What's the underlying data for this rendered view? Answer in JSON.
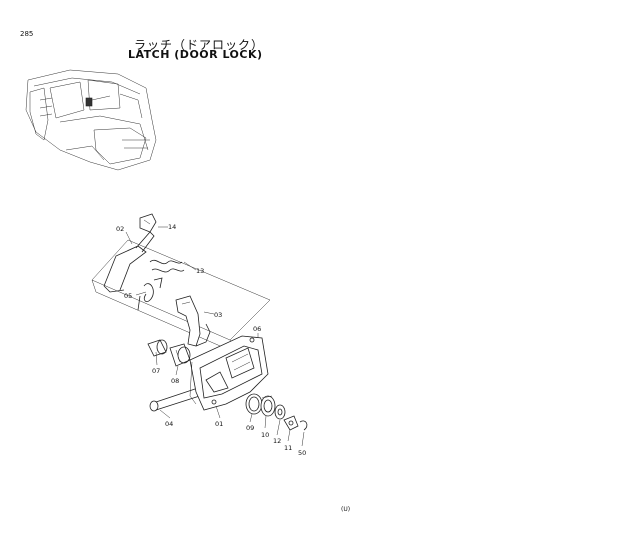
{
  "page": {
    "page_number": "285",
    "title_japanese": "ラッチ（ドアロック）",
    "title_english": "LATCH (DOOR LOCK)",
    "footer_mark": "(U)"
  },
  "callouts": [
    {
      "id": "part-02",
      "label": "02"
    },
    {
      "id": "part-14",
      "label": "14"
    },
    {
      "id": "part-13",
      "label": "13"
    },
    {
      "id": "part-05",
      "label": "05"
    },
    {
      "id": "part-03",
      "label": "03"
    },
    {
      "id": "part-06",
      "label": "06"
    },
    {
      "id": "part-07",
      "label": "07"
    },
    {
      "id": "part-08",
      "label": "08"
    },
    {
      "id": "part-04",
      "label": "04"
    },
    {
      "id": "part-01",
      "label": "01"
    },
    {
      "id": "part-09",
      "label": "09"
    },
    {
      "id": "part-10",
      "label": "10"
    },
    {
      "id": "part-12",
      "label": "12"
    },
    {
      "id": "part-11",
      "label": "11"
    },
    {
      "id": "part-50",
      "label": "50"
    }
  ]
}
